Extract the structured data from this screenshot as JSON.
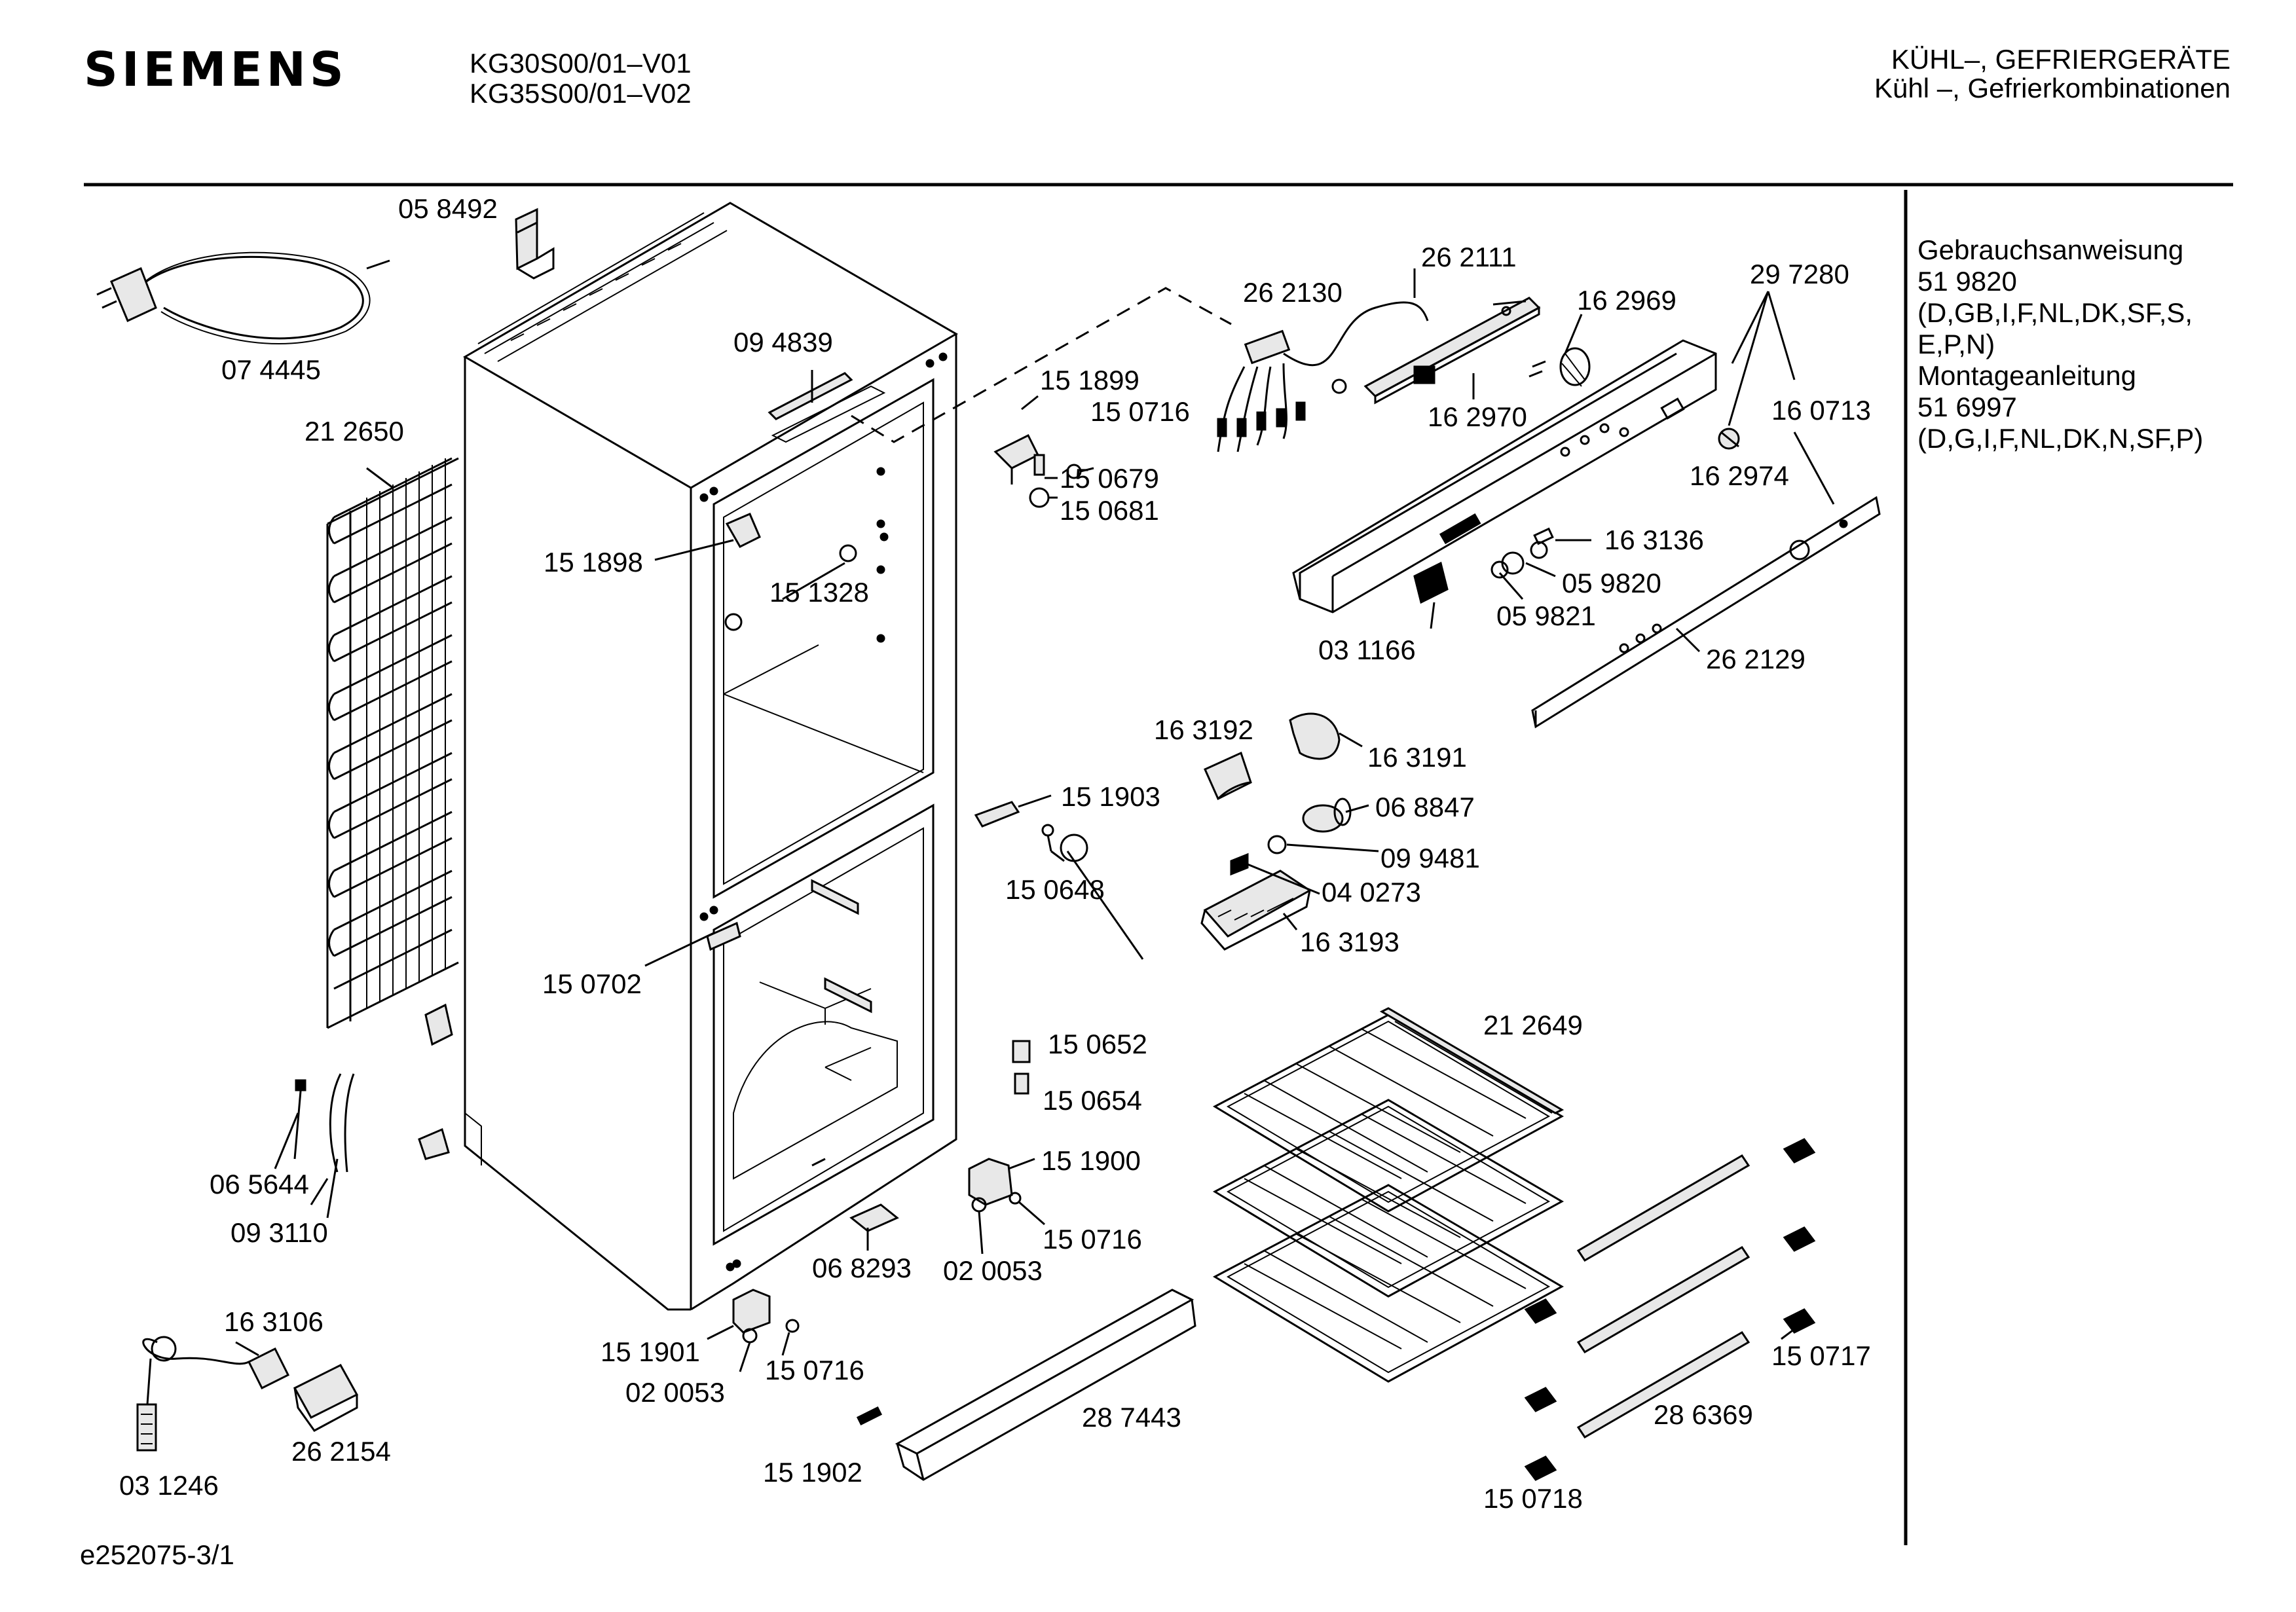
{
  "header": {
    "brand": "SIEMENS",
    "model_1": "KG30S00/01–V01",
    "model_2": "KG35S00/01–V02",
    "category_1": "KÜHL–, GEFRIERGERÄTE",
    "category_2": "Kühl –, Gefrierkombinationen"
  },
  "sidebar": {
    "lines": [
      "Gebrauchsanweisung",
      "51 9820",
      "(D,GB,I,F,NL,DK,SF,S,",
      "E,P,N)",
      "Montageanleitung",
      "51 6997",
      "(D,G,I,F,NL,DK,N,SF,P)"
    ]
  },
  "parts": {
    "p058492": "05 8492",
    "p074445": "07 4445",
    "p212650": "21 2650",
    "p094839": "09 4839",
    "p151898": "15 1898",
    "p151328": "15 1328",
    "p151899": "15 1899",
    "p150716a": "15 0716",
    "p150679": "15 0679",
    "p150681": "15 0681",
    "p262130": "26 2130",
    "p262111": "26 2111",
    "p162969": "16 2969",
    "p162970": "16 2970",
    "p297280": "29 7280",
    "p160713": "16 0713",
    "p162974": "16 2974",
    "p163136": "16 3136",
    "p059820": "05 9820",
    "p059821": "05 9821",
    "p031166": "03 1166",
    "p262129": "26 2129",
    "p163192": "16 3192",
    "p163191": "16 3191",
    "p068847": "06 8847",
    "p099481": "09 9481",
    "p040273": "04 0273",
    "p163193": "16 3193",
    "p151903": "15 1903",
    "p150648": "15 0648",
    "p150702": "15 0702",
    "p212649": "21 2649",
    "p150652": "15 0652",
    "p150654": "15 0654",
    "p151900": "15 1900",
    "p150716b": "15 0716",
    "p065644": "06 5644",
    "p093110": "09 3110",
    "p068293": "06 8293",
    "p020053a": "02 0053",
    "p163106": "16 3106",
    "p151901": "15 1901",
    "p150716c": "15 0716",
    "p020053b": "02 0053",
    "p262154": "26 2154",
    "p031246": "03 1246",
    "p287443": "28 7443",
    "p151902": "15 1902",
    "p286369": "28 6369",
    "p150717": "15 0717",
    "p150718": "15 0718"
  },
  "footer": {
    "doc_id": "e252075-3/1"
  }
}
